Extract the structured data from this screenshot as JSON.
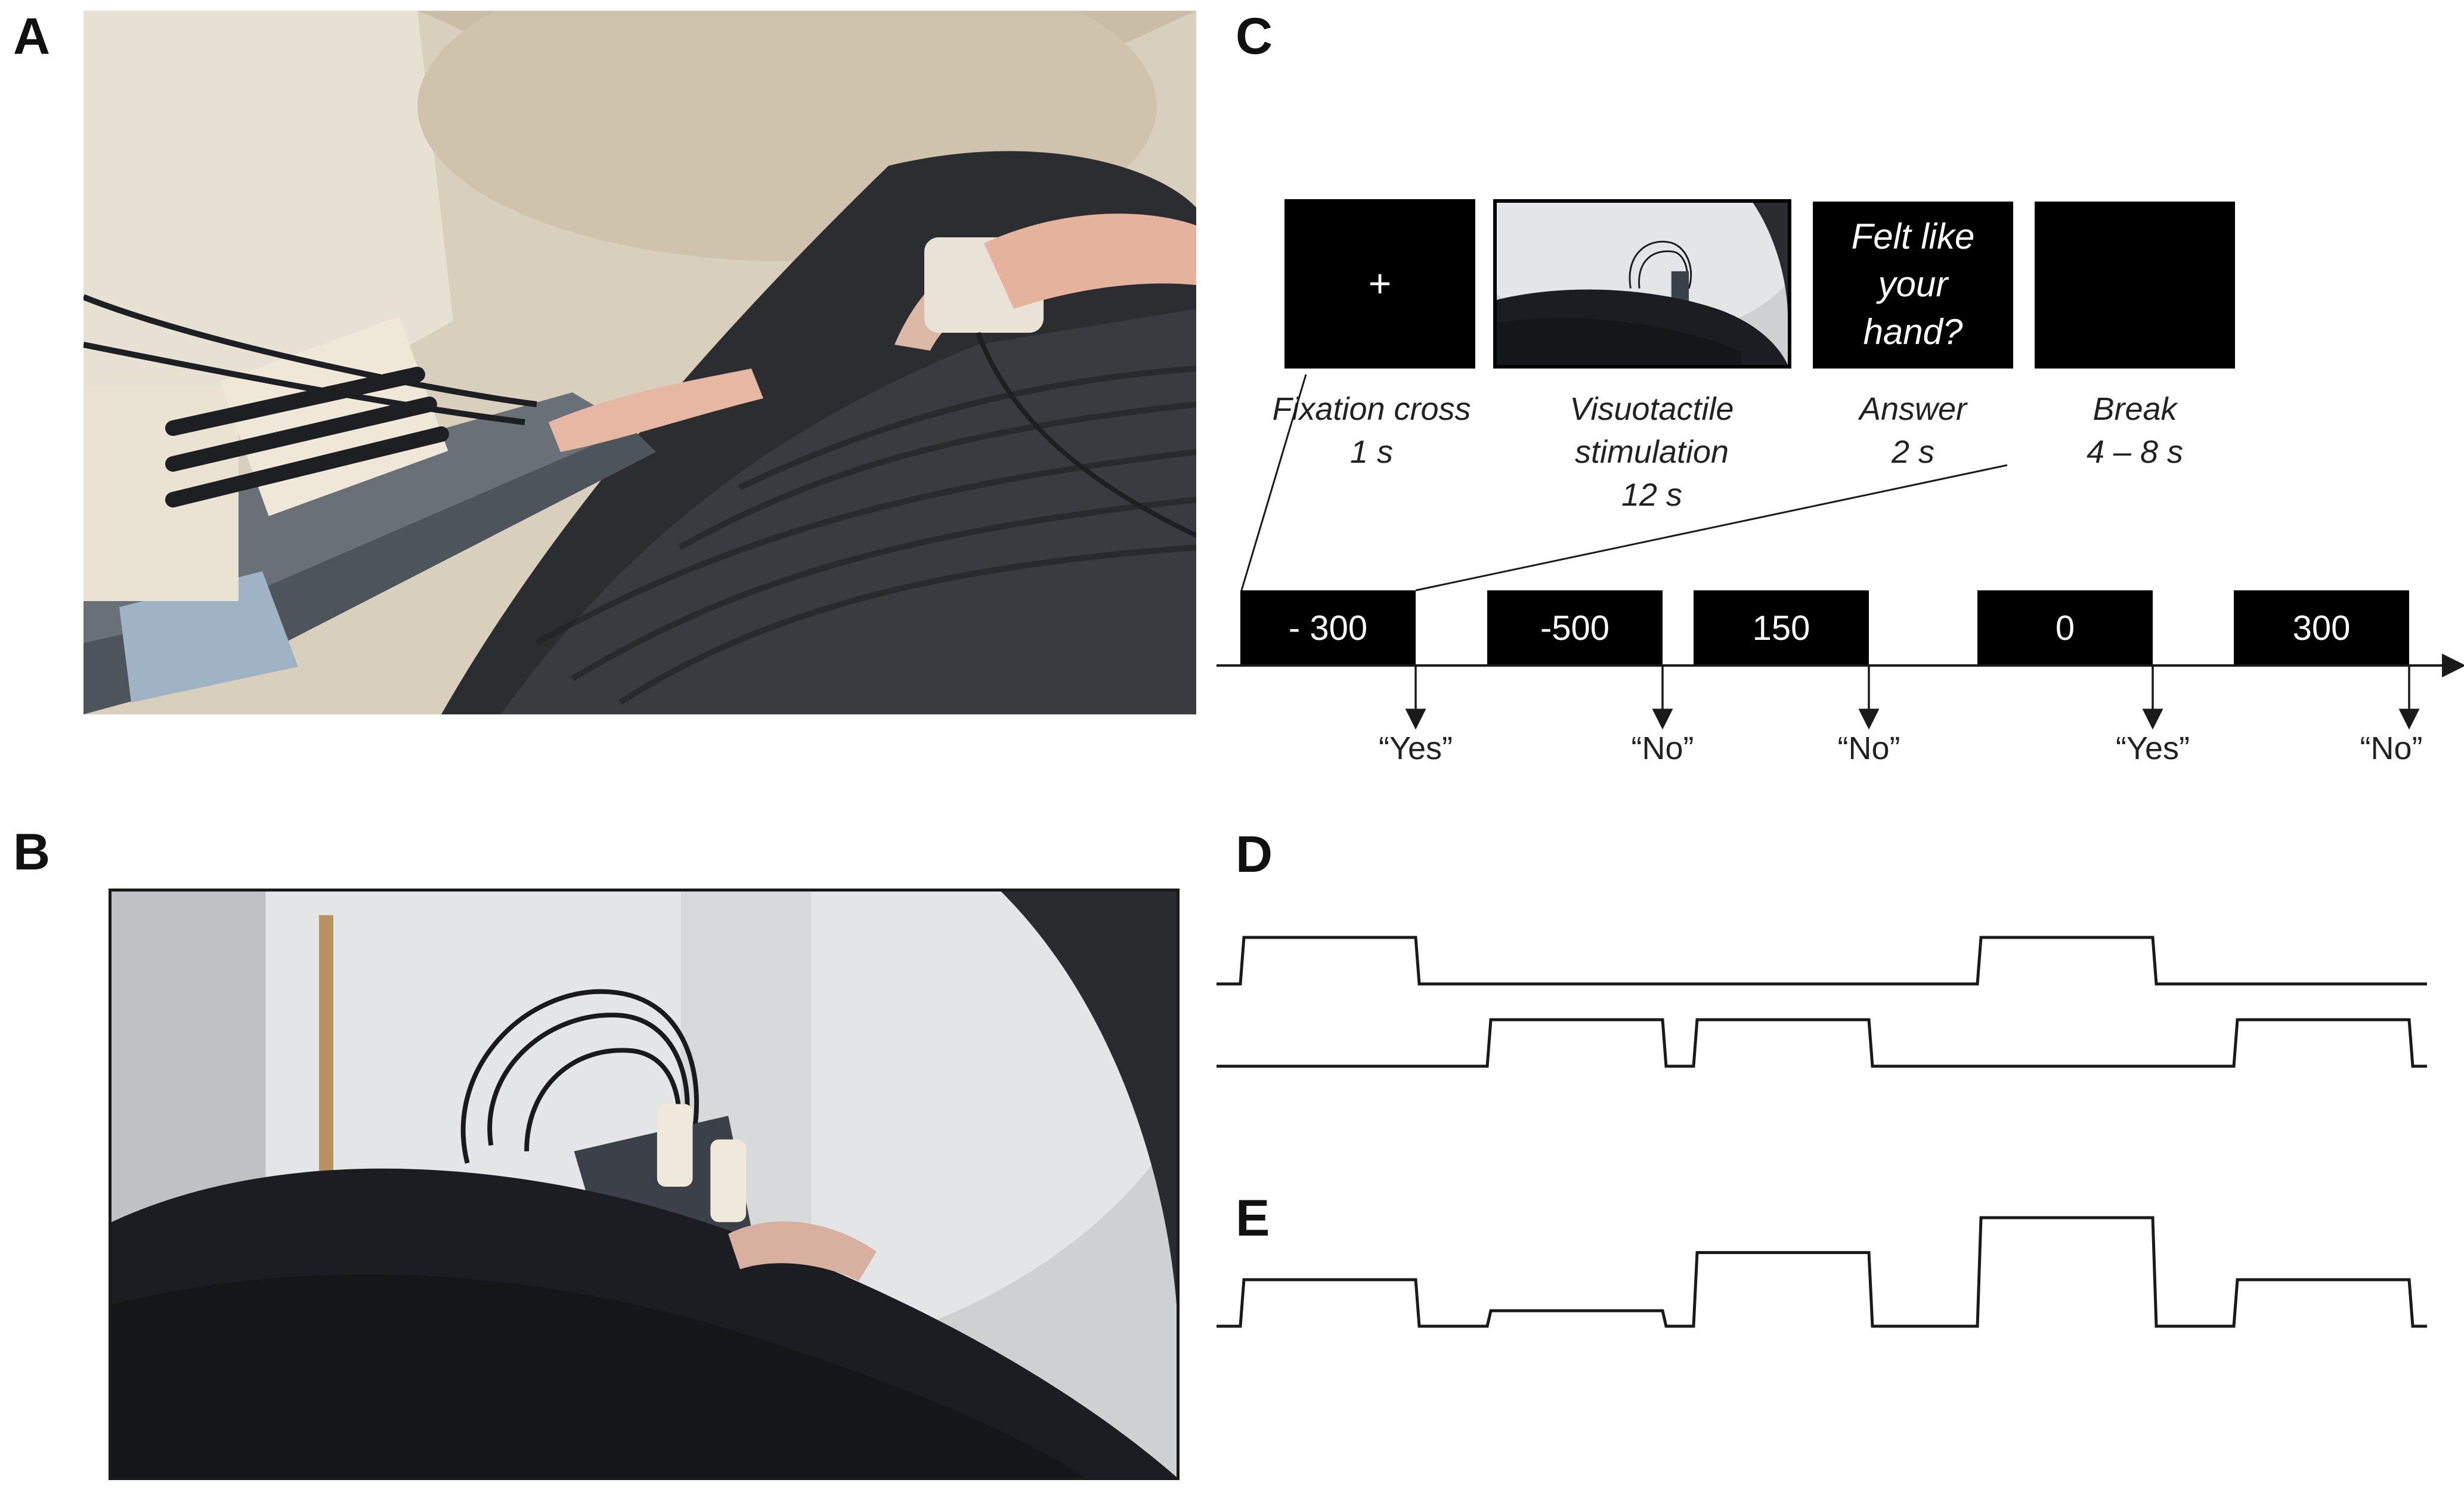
{
  "panels": {
    "a": "A",
    "b": "B",
    "c": "C",
    "d": "D",
    "e": "E"
  },
  "screens": {
    "fixation": {
      "symbol": "+",
      "caption_line1": "Fixation cross",
      "caption_line2": "1 s"
    },
    "stimulation": {
      "caption_line1": "Visuotactile",
      "caption_line2": "stimulation",
      "caption_line3": "12 s"
    },
    "answer": {
      "text_line1": "Felt like",
      "text_line2": "your",
      "text_line3": "hand?",
      "caption_line1": "Answer",
      "caption_line2": "2 s"
    },
    "break": {
      "caption_line1": "Break",
      "caption_line2": "4 – 8 s"
    }
  },
  "trials": [
    {
      "label": "- 300",
      "answer": "“Yes”",
      "asynchrony_ms": -300
    },
    {
      "label": "-500",
      "answer": "“No”",
      "asynchrony_ms": -500
    },
    {
      "label": "150",
      "answer": "“No”",
      "asynchrony_ms": 150
    },
    {
      "label": "0",
      "answer": "“Yes”",
      "asynchrony_ms": 0
    },
    {
      "label": "300",
      "answer": "“No”",
      "asynchrony_ms": 300
    }
  ],
  "regressor_e_levels": [
    0.6,
    0.2,
    0.95,
    1.4,
    0.6
  ],
  "colors": {
    "block": "#000000",
    "line": "#1a1a1a",
    "photo_bed": "#5a6068",
    "photo_cloth": "#2c2d31"
  }
}
